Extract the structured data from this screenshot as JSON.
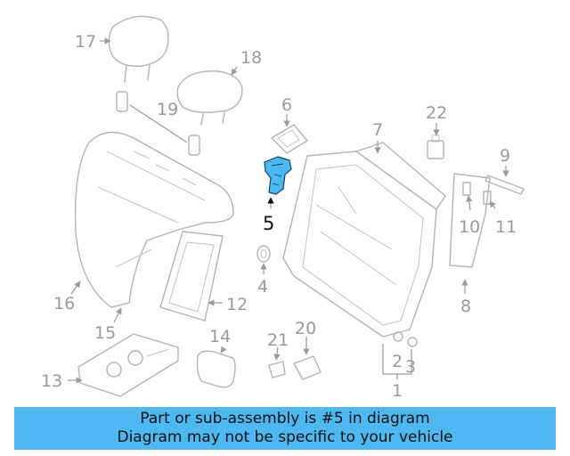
{
  "callouts": [
    "1",
    "2",
    "3",
    "4",
    "5",
    "6",
    "7",
    "8",
    "9",
    "10",
    "11",
    "12",
    "13",
    "14",
    "15",
    "16",
    "17",
    "18",
    "19",
    "20",
    "21",
    "22"
  ],
  "highlighted_part": "5",
  "colors": {
    "highlight": "#4db8f2",
    "line": "#b4b4b4",
    "label": "#9a9a9a"
  },
  "banner": {
    "line1": "Part or sub-assembly is #5 in diagram",
    "line2": "Diagram may not be specific to your vehicle"
  }
}
